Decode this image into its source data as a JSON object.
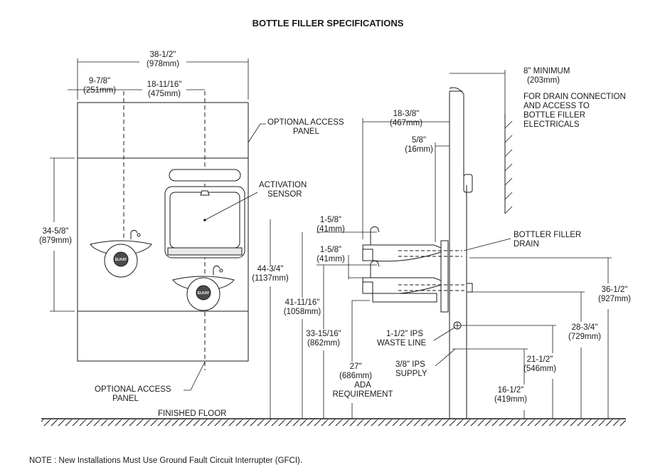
{
  "title": "BOTTLE FILLER SPECIFICATIONS",
  "note": "NOTE : New Installations Must Use Ground Fault Circuit Interrupter (GFCI).",
  "logo": "ELKAY",
  "labels": {
    "overall_width_in": "38-1/2\"",
    "overall_width_mm": "(978mm)",
    "left_offset_in": "9-7/8\"",
    "left_offset_mm": "(251mm)",
    "center_offset_in": "18-11/16\"",
    "center_offset_mm": "(475mm)",
    "access_panel_top_1": "OPTIONAL ACCESS",
    "access_panel_top_2": "PANEL",
    "activation_1": "ACTIVATION",
    "activation_2": "SENSOR",
    "height_left_in": "34-5/8\"",
    "height_left_mm": "(879mm)",
    "h4434_in": "44-3/4\"",
    "h4434_mm": "(1137mm)",
    "h41_in": "41-11/16\"",
    "h41_mm": "(1058mm)",
    "h33_in": "33-15/16\"",
    "h33_mm": "(862mm)",
    "h27_in": "27\"",
    "h27_mm": "(686mm)",
    "ada_1": "ADA",
    "ada_2": "REQUIREMENT",
    "access_panel_bottom_1": "OPTIONAL ACCESS",
    "access_panel_bottom_2": "PANEL",
    "finished_floor": "FINISHED FLOOR",
    "depth_in": "18-3/8\"",
    "depth_mm": "(467mm)",
    "gap_in": "5/8\"",
    "gap_mm": "(16mm)",
    "min_in": "8\" MINIMUM",
    "min_mm": "(203mm)",
    "drain_note_1": "FOR DRAIN CONNECTION",
    "drain_note_2": "AND ACCESS TO",
    "drain_note_3": "BOTTLE FILLER",
    "drain_note_4": "ELECTRICALS",
    "spout1_in": "1-5/8\"",
    "spout1_mm": "(41mm)",
    "spout2_in": "1-5/8\"",
    "spout2_mm": "(41mm)",
    "bottler_drain_1": "BOTTLER FILLER",
    "bottler_drain_2": "DRAIN",
    "h36_in": "36-1/2\"",
    "h36_mm": "(927mm)",
    "h28_in": "28-3/4\"",
    "h28_mm": "(729mm)",
    "waste_1": "1-1/2\" IPS",
    "waste_2": "WASTE LINE",
    "h21_in": "21-1/2\"",
    "h21_mm": "(546mm)",
    "supply_1": "3/8\" IPS",
    "supply_2": "SUPPLY",
    "h16_in": "16-1/2\"",
    "h16_mm": "(419mm)"
  }
}
